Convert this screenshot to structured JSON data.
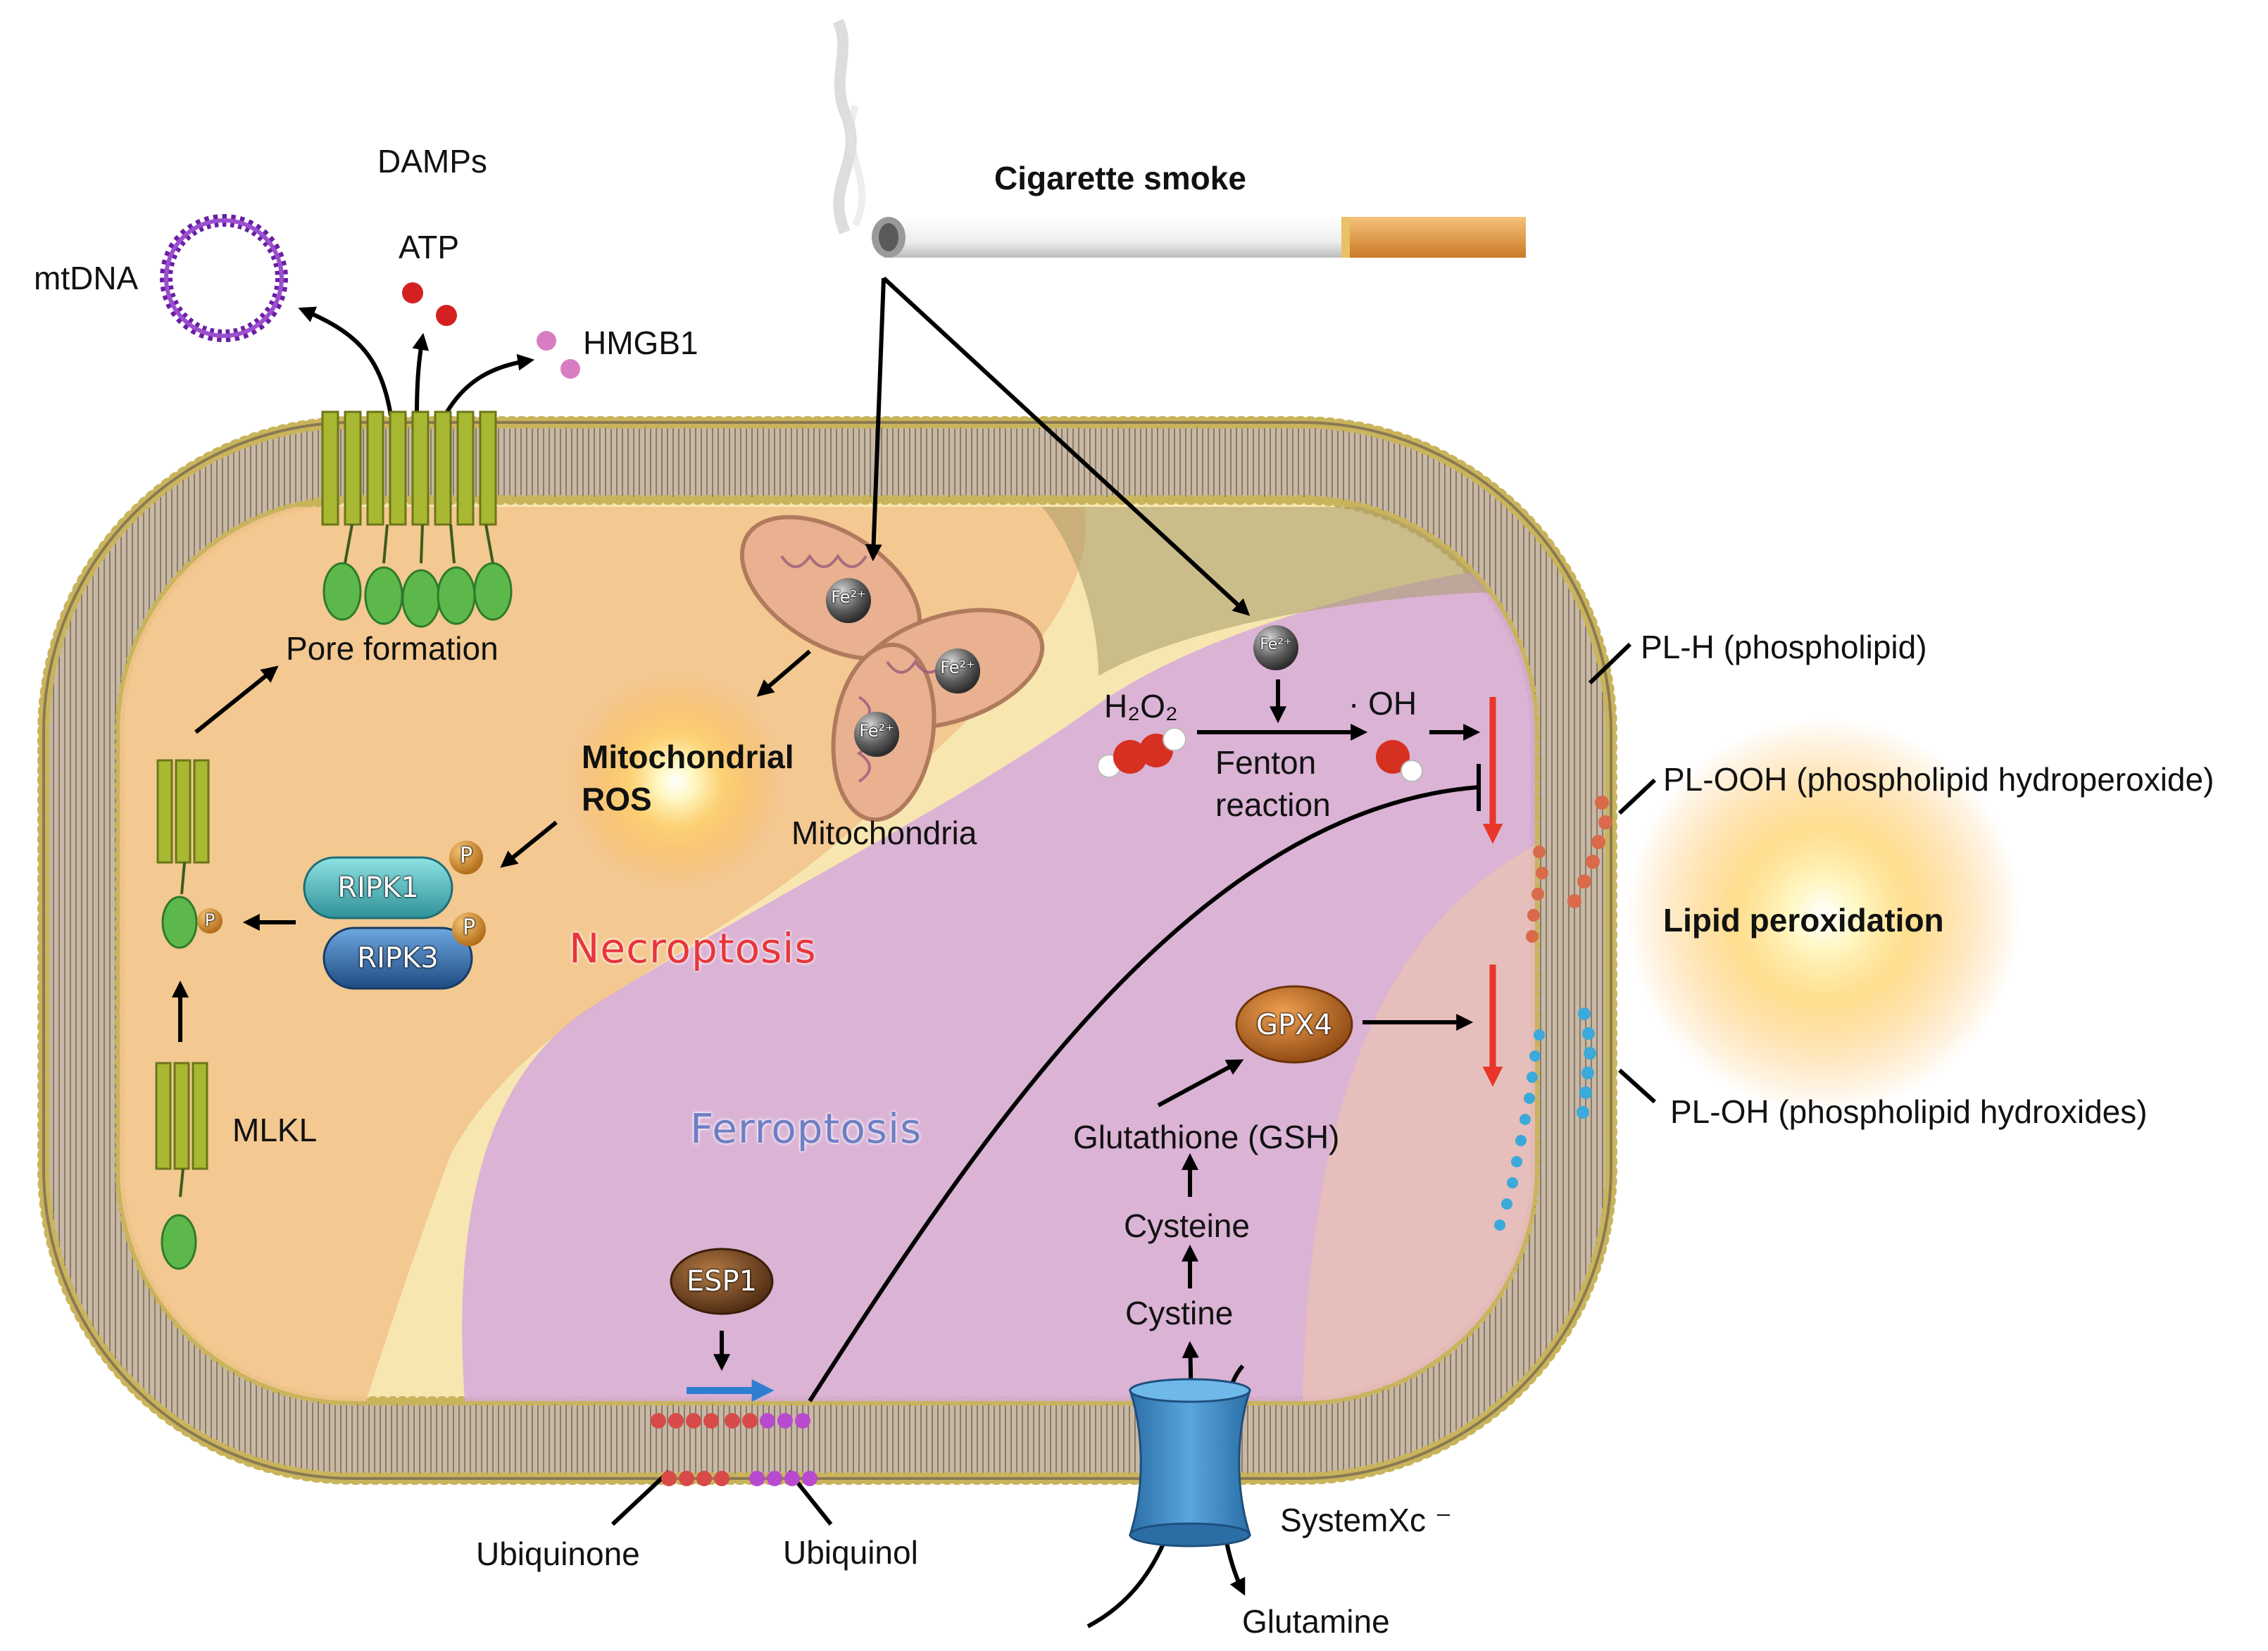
{
  "labels": {
    "damps": "DAMPs",
    "mtdna": "mtDNA",
    "atp": "ATP",
    "hmgb1": "HMGB1",
    "pore_formation": "Pore formation",
    "mlkl": "MLKL",
    "cigarette_smoke": "Cigarette smoke",
    "mitochondrial_ros_line1": "Mitochondrial",
    "mitochondrial_ros_line2": "ROS",
    "mitochondria": "Mitochondria",
    "ripk1": "RIPK1",
    "ripk3": "RIPK3",
    "phospho": "P",
    "necroptosis": "Necroptosis",
    "ferroptosis": "Ferroptosis",
    "fe2": "Fe²⁺",
    "h2o2": "H₂O₂",
    "hydroxyl": "· OH",
    "fenton_line1": "Fenton",
    "fenton_line2": "reaction",
    "pl_h": "PL-H (phospholipid)",
    "pl_ooh": "PL-OOH (phospholipid hydroperoxide)",
    "lipid_peroxidation": "Lipid peroxidation",
    "pl_oh": "PL-OH (phospholipid hydroxides)",
    "gpx4": "GPX4",
    "glutathione": "Glutathione (GSH)",
    "cysteine": "Cysteine",
    "cystine": "Cystine",
    "systemxc": "SystemXc ⁻",
    "glutamine": "Glutamine",
    "esp1": "ESP1",
    "ubiquinone": "Ubiquinone",
    "ubiquinol": "Ubiquinol"
  },
  "colors": {
    "membrane_outer": "#8a7a52",
    "lipid_head": "#c9b45c",
    "cytoplasm_orange": "#f2c48e",
    "cytoplasm_cream": "#f7e6b0",
    "ferroptosis_purple": "#d6a9dc",
    "pore_protein": "#a8b832",
    "mlkl_head": "#5cb84a",
    "ripk1": "#4fb3b8",
    "ripk3": "#2e5f9e",
    "gpx4": "#b8661e",
    "esp1": "#7a4a24",
    "systemxc": "#3f86c2",
    "inhibition_red": "#e8362a",
    "mtdna": "#6a1fa3",
    "atp": "#d42020",
    "hmgb1": "#d77ec2"
  },
  "icons": [
    "mtdna-ring-icon",
    "atp-molecule-icon",
    "hmgb1-molecule-icon",
    "cigarette-icon",
    "mitochondria-icon",
    "iron-ion-icon",
    "h2o2-molecule-icon",
    "hydroxyl-radical-icon",
    "explosion-glow-icon",
    "membrane-pore-icon",
    "transporter-icon"
  ]
}
